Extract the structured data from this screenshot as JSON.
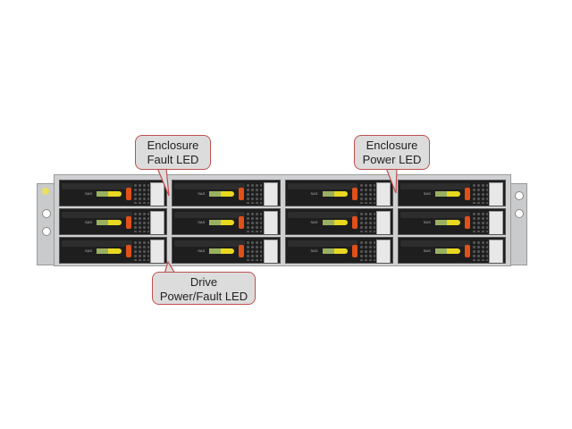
{
  "callouts": {
    "enclosure_fault": {
      "line1": "Enclosure",
      "line2": "Fault LED"
    },
    "enclosure_power": {
      "line1": "Enclosure",
      "line2": "Power LED"
    },
    "drive_led": {
      "line1": "Drive",
      "line2": "Power/Fault LED"
    }
  },
  "drive_label": "SAS",
  "drive_count": 12,
  "colors": {
    "callout_border": "#c0504d",
    "callout_fill": "#dcdcdc",
    "handle_orange": "#e0501a",
    "tag_yellow": "#e8d820"
  }
}
